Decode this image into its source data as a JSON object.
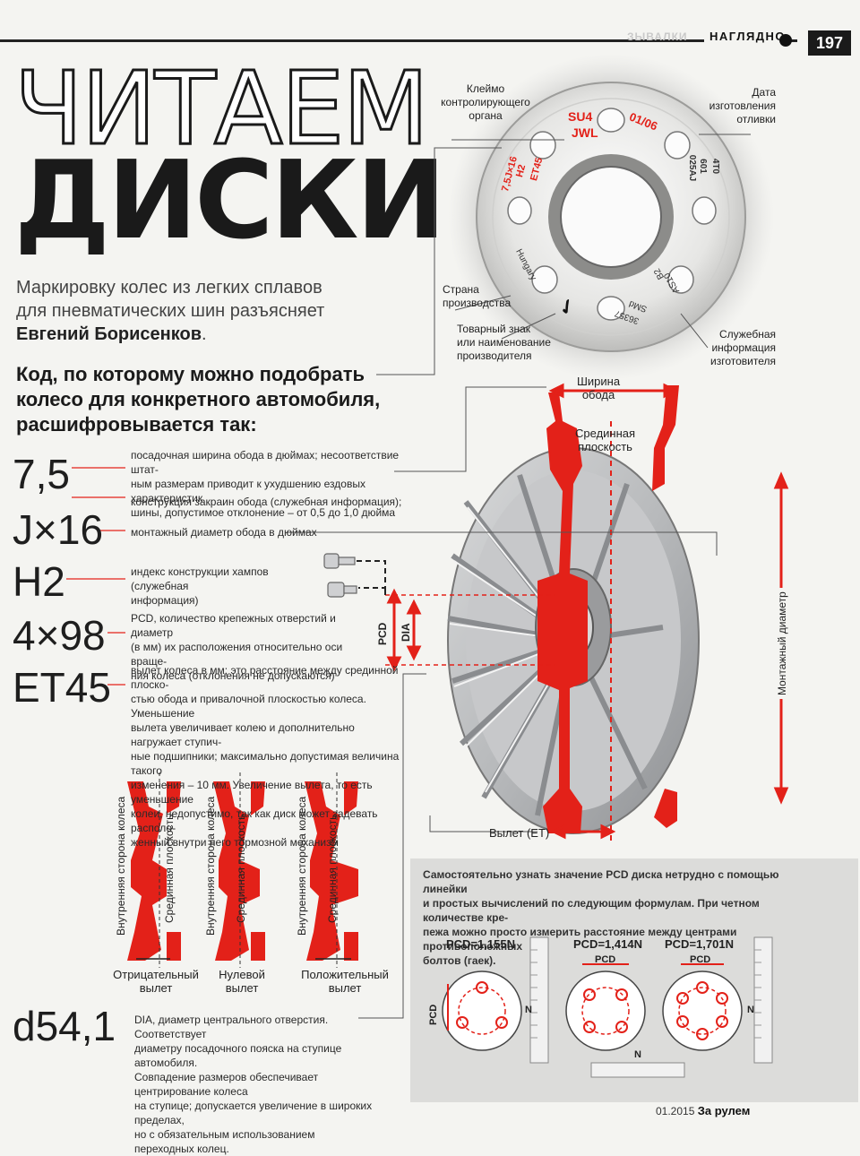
{
  "header": {
    "ghost_text": "ЗЫВАЛКИ",
    "section": "НАГЛЯДНО",
    "page_number": "197"
  },
  "title": {
    "line1": "ЧИТАЕМ",
    "line2": "ДИСКИ"
  },
  "lead": {
    "text_line1": "Маркировку колес из легких сплавов",
    "text_line2": "для пневматических шин разъясняет",
    "author": "Евгений Борисенков",
    "author_suffix": "."
  },
  "subheading": {
    "line1": "Код, по которому можно подобрать",
    "line2": "колесо для конкретного автомобиля,",
    "line3": "расшифровывается так:"
  },
  "codes": [
    {
      "code": "7,5",
      "desc": [
        "посадочная ширина обода в дюймах; несоответствие штат-",
        "ным размерам приводит к ухудшению ездовых характеристик",
        "шины, допустимое отклонение – от 0,5 до 1,0 дюйма"
      ]
    },
    {
      "code": "J×16",
      "desc": [
        "конструкция закраин обода (служебная информация);",
        "монтажный диаметр обода в дюймах"
      ]
    },
    {
      "code": "H2",
      "desc": [
        "индекс конструкции хампов (служебная",
        "информация)"
      ]
    },
    {
      "code": "4×98",
      "desc": [
        "PCD, количество крепежных отверстий и диаметр",
        "(в мм) их расположения относительно оси враще-",
        "ния колеса (отклонения не допускаются)"
      ]
    },
    {
      "code": "ET45",
      "desc": [
        "вылет колеса в мм; это расстояние между срединной плоско-",
        "стью обода и привалочной плоскостью колеса. Уменьшение",
        "вылета увеличивает колею и дополнительно нагружает ступич-",
        "ные подшипники; максимально допустимая величина такого",
        "изменения – 10 мм. Увеличение вылета, то есть уменьшение",
        "колеи, недопустимо, так как диск может задевать располо-",
        "женный внутри него тормозной механизм"
      ]
    },
    {
      "code": "d54,1",
      "desc": [
        "DIA, диаметр центрального отверстия. Соответствует",
        "диаметру посадочного пояска на ступице автомобиля.",
        "Совпадение размеров обеспечивает центрирование колеса",
        "на ступице; допускается увеличение в широких пределах,",
        "но с обязательным использованием переходных колец."
      ]
    }
  ],
  "hub_labels": {
    "kleimo": [
      "Клеймо",
      "контролирующего",
      "органа"
    ],
    "data": [
      "Дата",
      "изготовления",
      "отливки"
    ],
    "strana": [
      "Страна",
      "производства"
    ],
    "znak": [
      "Товарный знак",
      "или наименование",
      "производителя"
    ],
    "sluzh": [
      "Служебная",
      "информация",
      "изготовителя"
    ],
    "marks": {
      "su4": "SU4",
      "jwl": "JWL",
      "date": "01/06",
      "size": [
        "7,5J×16",
        "H2",
        "ET45"
      ],
      "country": "Hungary",
      "code_a": "4T0",
      "code_b": "601",
      "code_c": "025AJ",
      "code_d": "AS10",
      "code_e": "B2",
      "code_f": "36357",
      "code_g": "SMd"
    }
  },
  "wheel_labels": {
    "rim_width": [
      "Ширина",
      "обода"
    ],
    "mid_plane": [
      "Срединная",
      "плоскость"
    ],
    "mount_diameter": "Монтажный диаметр",
    "pcd": "PCD",
    "dia": "DIA",
    "offset": "Вылет (ET)"
  },
  "profiles": [
    {
      "label": [
        "Отрицательный",
        "вылет"
      ],
      "v1": "Внутренняя сторона колеса",
      "v2": "Срединная плоскость"
    },
    {
      "label": [
        "Нулевой",
        "вылет"
      ],
      "v1": "Внутренняя сторона колеса",
      "v2": "Срединная плоскость"
    },
    {
      "label": [
        "Положительный",
        "вылет"
      ],
      "v1": "Внутренняя сторона колеса",
      "v2": "Срединная плоскость"
    }
  ],
  "pcd_box": {
    "text": [
      "Самостоятельно узнать значение PCD диска нетрудно с помощью линейки",
      "и простых вычислений по следующим формулам. При четном количестве кре-",
      "пежа можно просто измерить расстояние между центрами противоположных",
      "болтов (гаек)."
    ],
    "formulas": [
      "PCD=1,155N",
      "PCD=1,414N",
      "PCD=1,701N"
    ],
    "pcd_short": "PCD",
    "n_label": "N"
  },
  "footer": {
    "issue": "01.2015",
    "magazine": "За рулем"
  },
  "colors": {
    "accent": "#e32119",
    "ink": "#1a1a1a",
    "box": "#dcdcda"
  }
}
